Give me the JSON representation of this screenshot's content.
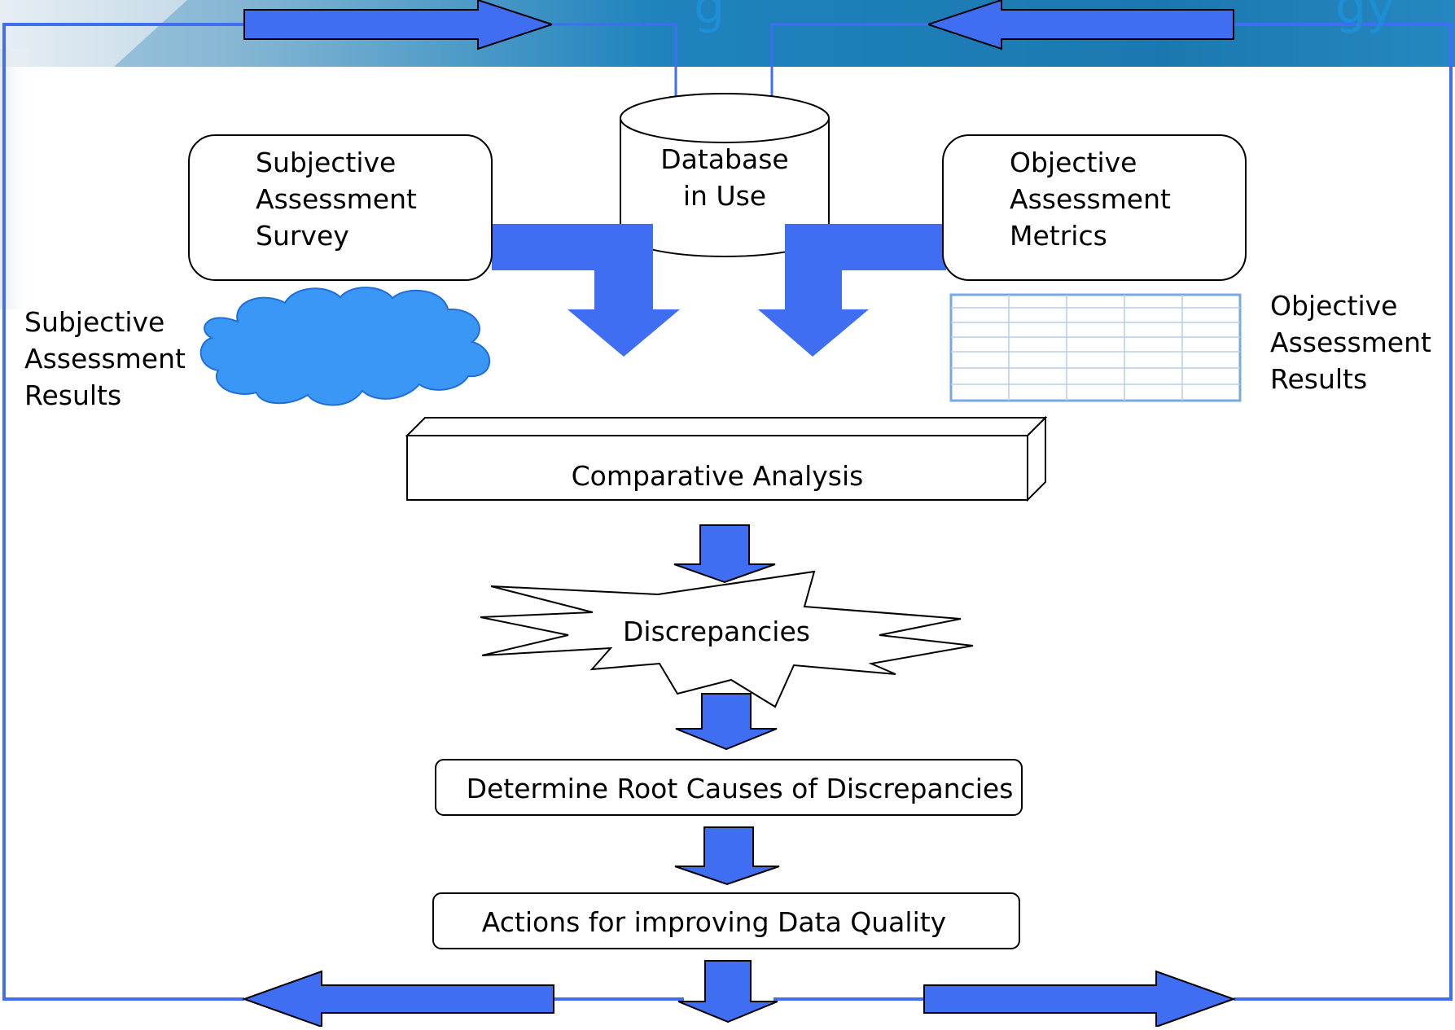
{
  "slide": {
    "title_fragment_left": "g",
    "title_fragment_right": "gy",
    "colors": {
      "arrow_fill": "#3f6ef3",
      "frame_line": "#3f6ef3",
      "cloud_fill": "#3b97f5",
      "title_text": "#1e8fd6",
      "header_band": "#1a7fb8"
    }
  },
  "diagram": {
    "nodes": {
      "subjective_survey": {
        "lines": [
          "Subjective",
          "Assessment",
          "Survey"
        ]
      },
      "database": {
        "lines": [
          "Database",
          "in Use"
        ]
      },
      "objective_metrics": {
        "lines": [
          "Objective",
          "Assessment",
          "Metrics"
        ]
      },
      "subjective_results": {
        "lines": [
          "Subjective",
          "Assessment",
          "Results"
        ]
      },
      "objective_results": {
        "lines": [
          "Objective",
          "Assessment",
          "Results"
        ]
      },
      "comparative_analysis": {
        "label": "Comparative Analysis"
      },
      "discrepancies": {
        "label": "Discrepancies"
      },
      "root_causes": {
        "label": "Determine Root Causes of Discrepancies"
      },
      "actions": {
        "label": "Actions for improving Data Quality"
      }
    },
    "icons": {
      "cloud": "cloud-icon",
      "table": "table-icon",
      "database": "database-cylinder-icon",
      "burst": "explosion-burst-icon"
    }
  }
}
